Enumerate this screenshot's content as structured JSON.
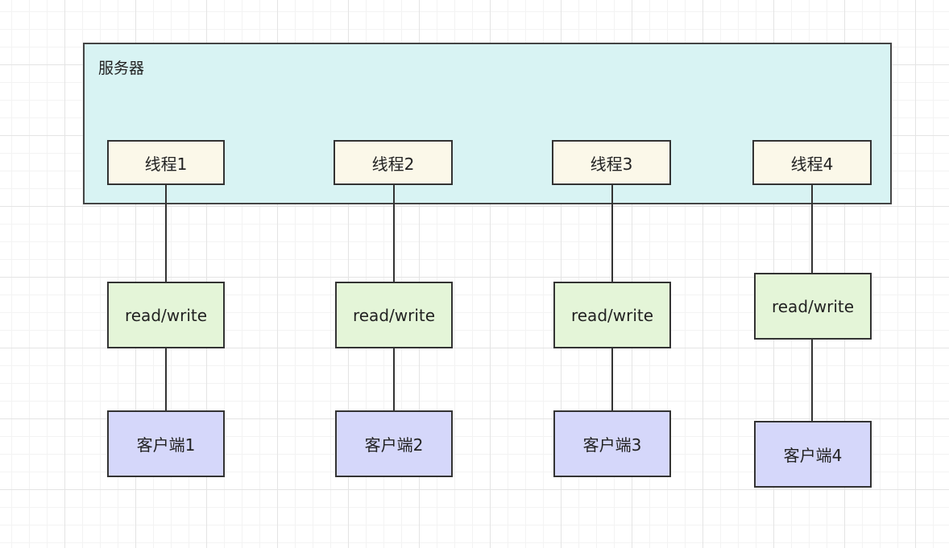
{
  "server": {
    "label": "服务器"
  },
  "columns": [
    {
      "thread": "线程1",
      "io": "read/write",
      "client": "客户端1"
    },
    {
      "thread": "线程2",
      "io": "read/write",
      "client": "客户端2"
    },
    {
      "thread": "线程3",
      "io": "read/write",
      "client": "客户端3"
    },
    {
      "thread": "线程4",
      "io": "read/write",
      "client": "客户端4"
    }
  ],
  "colors": {
    "server_fill": "#d8f3f3",
    "thread_fill": "#fbf8e9",
    "io_fill": "#e4f5d8",
    "client_fill": "#d5d7fa",
    "stroke": "#333333"
  }
}
